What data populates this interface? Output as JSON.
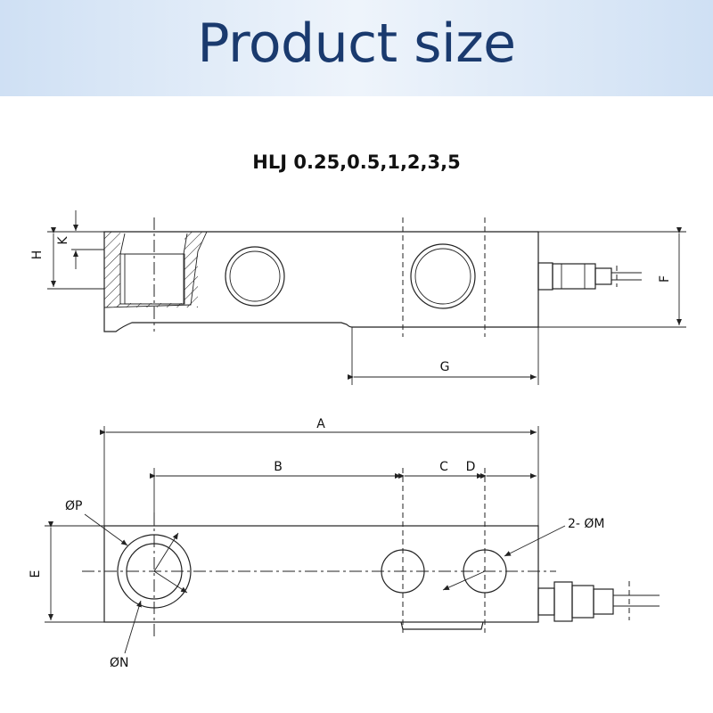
{
  "header": {
    "title": "Product size"
  },
  "model": "HLJ 0.25,0.5,1,2,3,5",
  "side_view": {
    "labels": {
      "h": "H",
      "k": "K",
      "f": "F",
      "g": "G"
    }
  },
  "top_view": {
    "labels": {
      "a": "A",
      "b": "B",
      "c": "C",
      "d": "D",
      "e": "E",
      "p": "ØP",
      "n": "ØN",
      "m": "2- ØM"
    }
  }
}
